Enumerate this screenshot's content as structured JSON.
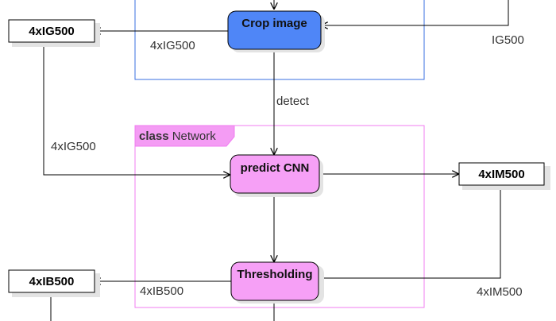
{
  "colors": {
    "preprocess_border": "#3a6fe0",
    "network_border": "#f07cf0",
    "network_header_fill": "#f49cf4",
    "crop_fill": "#4f86f7",
    "network_node_fill": "#f6a0f6",
    "shadow": "#e3e3e3"
  },
  "network_frame": {
    "keyword": "class",
    "name": "Network"
  },
  "nodes": {
    "crop": "Crop image",
    "predict": "predict CNN",
    "threshold": "Thresholding"
  },
  "boxes": {
    "ig": "4xIG500",
    "im": "4xIM500",
    "ib": "4xIB500"
  },
  "edge_labels": {
    "crop_to_ig": "4xIG500",
    "ig500_in": "IG500",
    "detect": "detect",
    "ig_to_predict": "4xIG500",
    "thresh_to_ib": "4xIB500",
    "im_to_thresh": "4xIM500"
  }
}
